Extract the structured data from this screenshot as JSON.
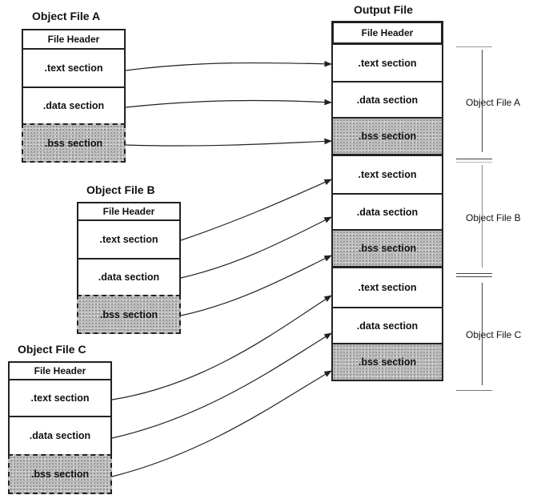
{
  "object_files": [
    {
      "title": "Object File A",
      "header": "File Header",
      "text": ".text section",
      "data": ".data section",
      "bss": ".bss section"
    },
    {
      "title": "Object File B",
      "header": "File Header",
      "text": ".text section",
      "data": ".data section",
      "bss": ".bss section"
    },
    {
      "title": "Object File C",
      "header": "File Header",
      "text": ".text section",
      "data": ".data section",
      "bss": ".bss section"
    }
  ],
  "output_file": {
    "title": "Output File",
    "header": "File Header",
    "groups": [
      {
        "label": "Object File A",
        "text": ".text section",
        "data": ".data section",
        "bss": ".bss section"
      },
      {
        "label": "Object File B",
        "text": ".text section",
        "data": ".data section",
        "bss": ".bss section"
      },
      {
        "label": "Object File C",
        "text": ".text section",
        "data": ".data section",
        "bss": ".bss section"
      }
    ]
  }
}
